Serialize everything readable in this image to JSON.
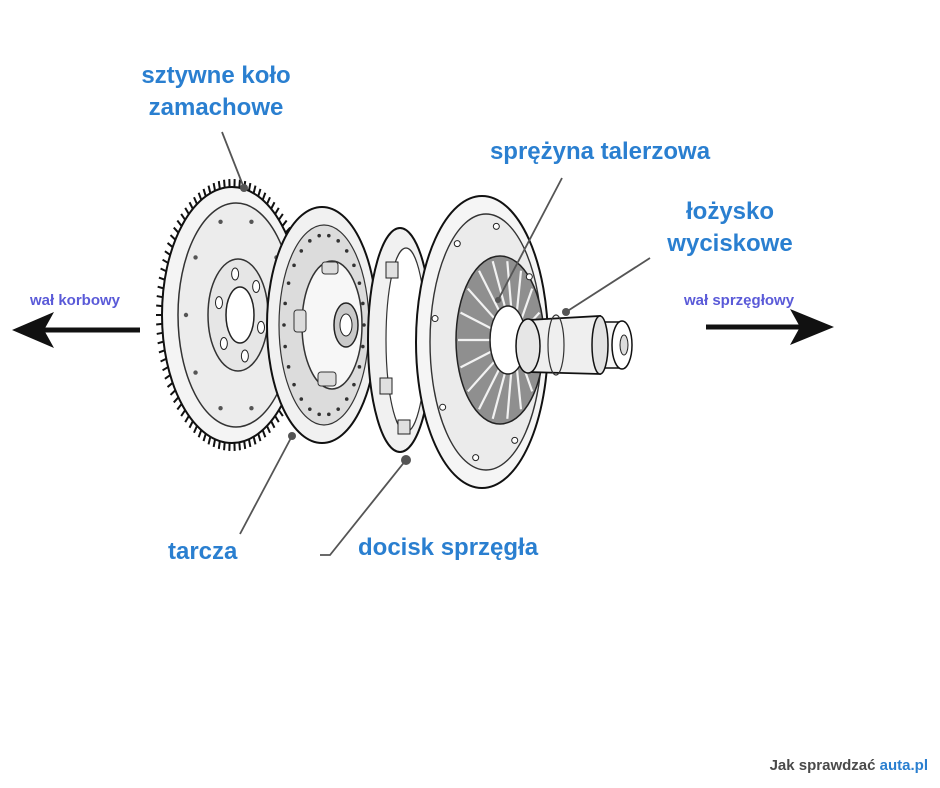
{
  "labels": {
    "flywheel": "sztywne koło zamachowe",
    "flywheel_line1": "sztywne koło",
    "flywheel_line2": "zamachowe",
    "diaphragm_spring": "sprężyna talerzowa",
    "release_bearing_line1": "łożysko",
    "release_bearing_line2": "wyciskowe",
    "disc": "tarcza",
    "pressure_plate": "docisk sprzęgła",
    "crankshaft": "wał korbowy",
    "input_shaft": "wał sprzęgłowy"
  },
  "watermark": {
    "prefix": "Jak sprawdzać ",
    "brand": "auta.pl"
  },
  "colors": {
    "label_primary": "#2a7fd0",
    "label_secondary": "#5a5ad8",
    "line": "#111111",
    "leader": "#555555",
    "part_fill": "#f4f4f4",
    "part_shade": "#d9d9d9",
    "part_dark": "#9a9a9a"
  },
  "icons": {
    "left_arrow": "arrow-left-icon",
    "right_arrow": "arrow-right-icon"
  }
}
